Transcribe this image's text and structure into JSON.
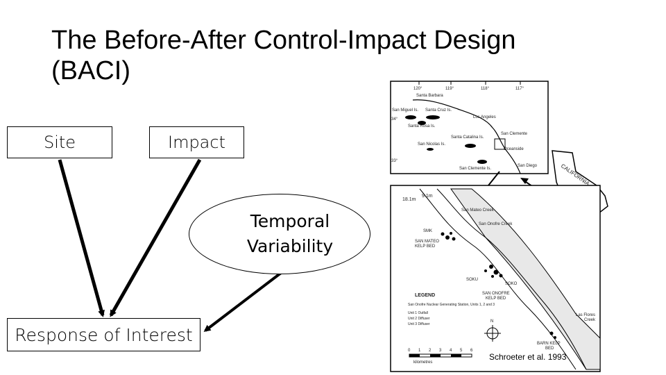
{
  "title": {
    "line1": "The Before-After Control-Impact Design",
    "line2": "(BACI)"
  },
  "diagram": {
    "site": "Site",
    "impact": "Impact",
    "temporal_line1": "Temporal",
    "temporal_line2": "Variability",
    "response": "Response of Interest"
  },
  "map": {
    "labels": {
      "lon_120": "120°",
      "lon_119": "119°",
      "lon_118": "118°",
      "lon_117": "117°",
      "santa_barbara": "Santa Barbara",
      "san_miguel": "San Miguel Is.",
      "santa_cruz": "Santa Cruz Is.",
      "santa_rosa": "Santa Rosa Is.",
      "los_angeles": "Los Angeles",
      "san_clemente": "San Clemente",
      "oceanside": "Oceanside",
      "santa_catalina": "Santa Catalina Is.",
      "san_nicolas": "San Nicolas Is.",
      "san_clemente_is": "San Clemente Is.",
      "san_diego": "San Diego",
      "lat_34": "34°",
      "lat_33": "33°",
      "california": "CALIFORNIA",
      "depth_18": "18.1m",
      "depth_9": "9.1m",
      "san_mateo_creek": "San Mateo Creek",
      "san_onofre_creek": "San Onofre Creek",
      "smk": "SMK",
      "san_mateo_kelp": "SAN MATEO",
      "kelp_bed": "KELP BED",
      "soku": "SOKU",
      "soko": "SOKO",
      "san_onofre_kelp": "SAN ONOFRE",
      "san_onofre_kelp_bed": "KELP BED",
      "legend_title": "LEGEND",
      "legend_1": "San Onofre Nuclear Generating Station, Units 1, 2 and 3",
      "legend_2": "Unit 1 Outfall",
      "legend_3": "Unit 2 Diffuser",
      "legend_4": "Unit 3 Diffuser",
      "las_flores": "Las Flores",
      "creek": "Creek",
      "barn_kelp": "BARN KELP",
      "bed": "BED",
      "scale_ticks": [
        "0",
        "1",
        "2",
        "3",
        "4",
        "5",
        "6"
      ],
      "kilometres": "kilometres",
      "north": "N"
    }
  },
  "citation": "Schroeter et al. 1993"
}
